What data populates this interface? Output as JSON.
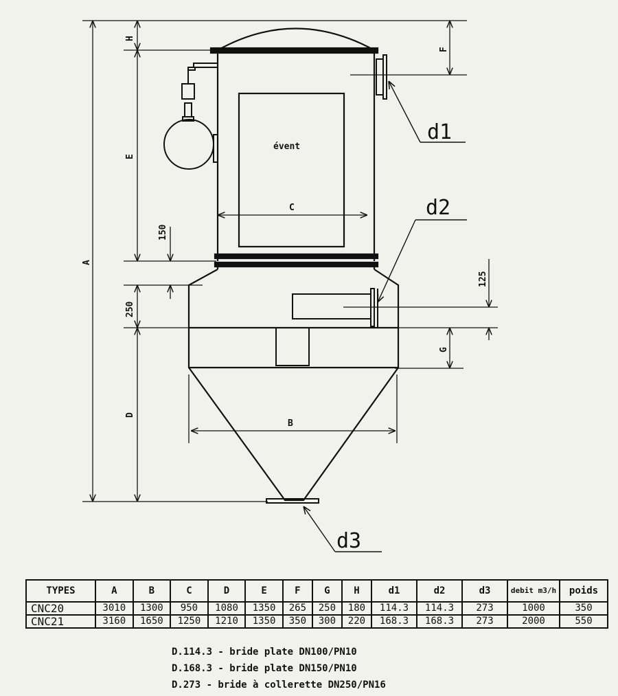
{
  "drawing": {
    "labels": {
      "event": "évent",
      "A": "A",
      "B": "B",
      "C": "C",
      "D": "D",
      "E": "E",
      "F": "F",
      "G": "G",
      "H": "H",
      "dim150": "150",
      "dim250": "250",
      "dim125": "125",
      "d1": "d1",
      "d2": "d2",
      "d3": "d3"
    }
  },
  "table": {
    "headers": [
      "TYPES",
      "A",
      "B",
      "C",
      "D",
      "E",
      "F",
      "G",
      "H",
      "d1",
      "d2",
      "d3",
      "debit m3/h",
      "poids"
    ],
    "rows": [
      [
        "CNC20",
        "3010",
        "1300",
        "950",
        "1080",
        "1350",
        "265",
        "250",
        "180",
        "114.3",
        "114.3",
        "273",
        "1000",
        "350"
      ],
      [
        "CNC21",
        "3160",
        "1650",
        "1250",
        "1210",
        "1350",
        "350",
        "300",
        "220",
        "168.3",
        "168.3",
        "273",
        "2000",
        "550"
      ]
    ]
  },
  "notes": [
    "D.114.3 - bride plate DN100/PN10",
    "D.168.3 - bride plate DN150/PN10",
    "D.273 - bride à collerette DN250/PN16"
  ]
}
